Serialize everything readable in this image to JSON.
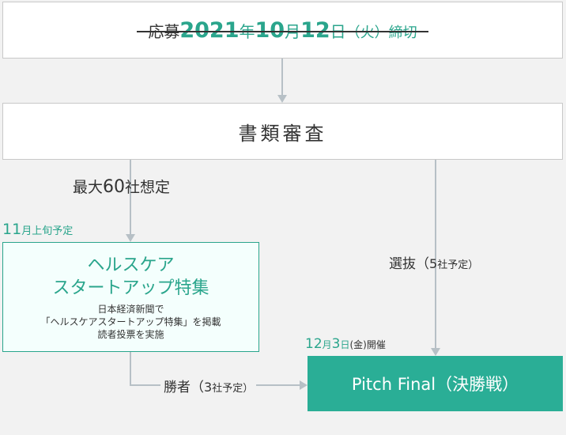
{
  "deadline": {
    "prefix": "応募",
    "year": "2021",
    "year_unit": "年",
    "month": "10",
    "month_unit": "月",
    "day": "12",
    "day_unit": "日",
    "weekday": "（火）",
    "suffix": "締切"
  },
  "review": {
    "label": "書類審査"
  },
  "edge_max": {
    "pre": "最大",
    "num": "60",
    "post": "社想定"
  },
  "date_nov": {
    "num": "11",
    "text": "月上旬予定"
  },
  "health": {
    "title_line1": "ヘルスケア",
    "title_line2": "スタートアップ特集",
    "desc_line1": "日本経済新聞で",
    "desc_line2": "「ヘルスケアスタートアップ特集」を掲載",
    "desc_line3": "読者投票を実施"
  },
  "edge_select": {
    "pre": "選抜（",
    "num": "5",
    "post": "社予定）"
  },
  "edge_win": {
    "pre": "勝者（",
    "num": "3",
    "post": "社予定）"
  },
  "date_dec": {
    "month": "12",
    "month_unit": "月",
    "day": "3",
    "day_unit": "日",
    "weekday": "(金)",
    "suffix": "開催"
  },
  "final": {
    "label": "Pitch Final（決勝戦）"
  },
  "colors": {
    "accent": "#2aa58c",
    "final_bg": "#2aae96",
    "connector": "#b7c0c6",
    "background": "#f2f2f2"
  }
}
